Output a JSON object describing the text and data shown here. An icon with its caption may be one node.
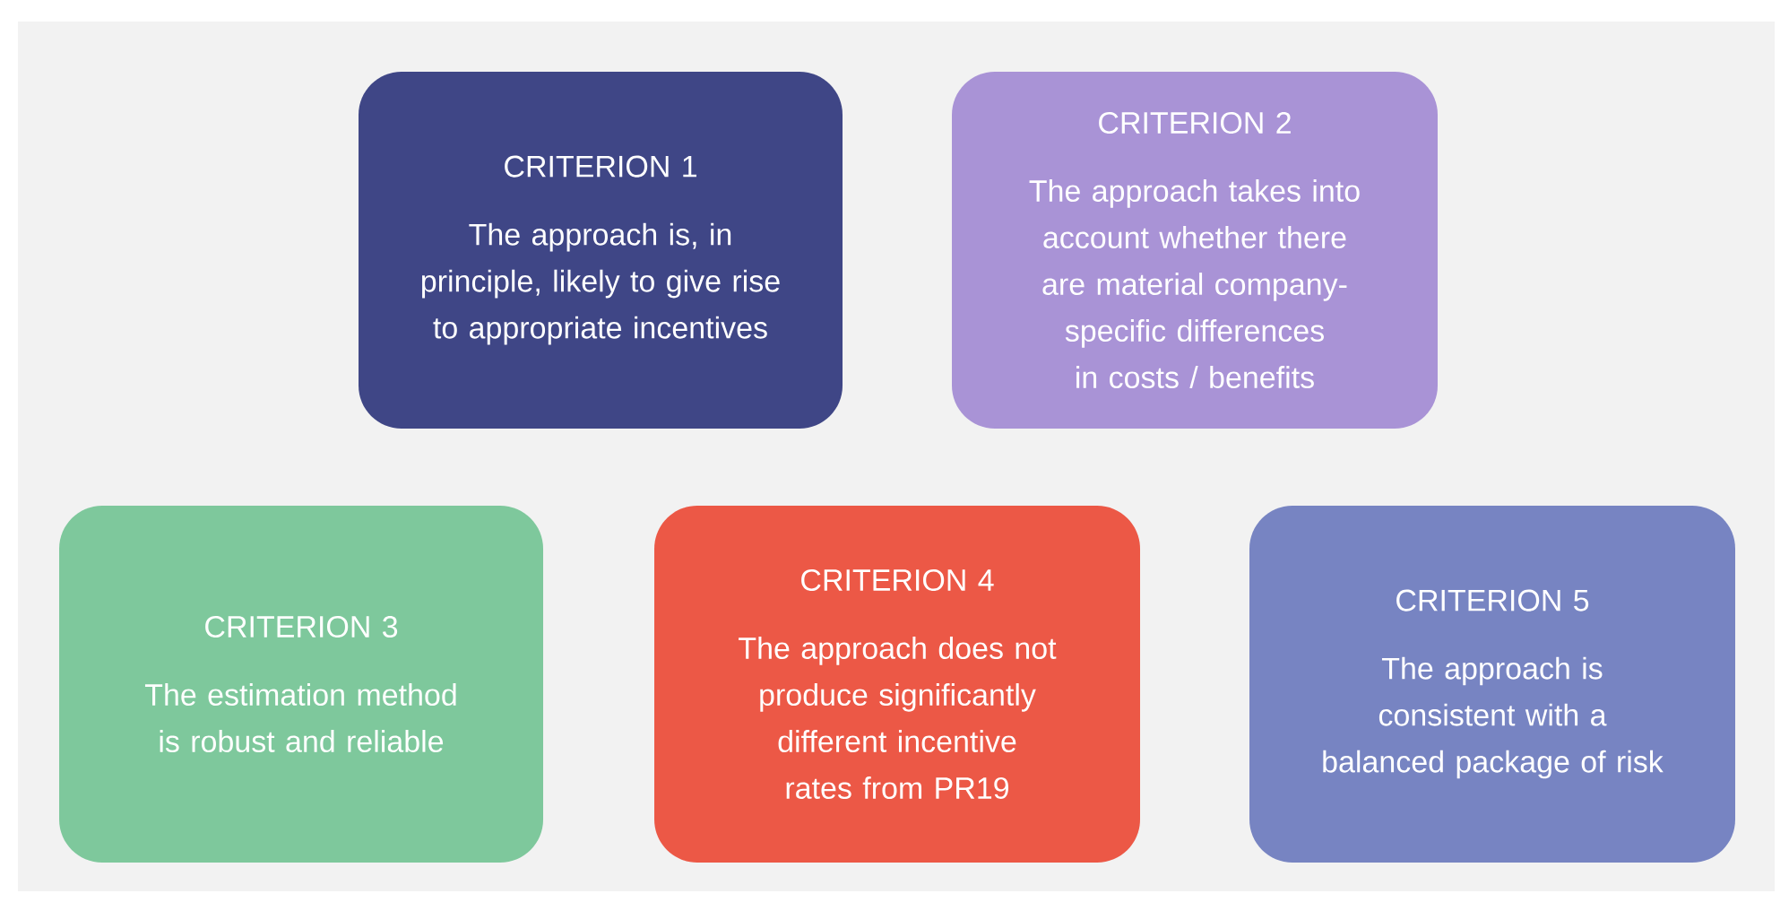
{
  "diagram": {
    "nodes": [
      {
        "text": [
          "CRITERION 1",
          "The approach is, in principle, likely to give rise to appropriate incentives"
        ]
      },
      {
        "text": [
          "CRITERION 2",
          "The approach takes into account whether there are material company-specific differences in costs / benefits"
        ]
      },
      {
        "text": [
          "CRITERION 3",
          "The estimation method is robust and reliable"
        ]
      },
      {
        "text": [
          "CRITERION 4",
          "The approach does not produce significantly different incentive rates from PR19"
        ]
      },
      {
        "text": [
          "CRITERION 5",
          "The approach is consistent with a balanced package of risk"
        ]
      }
    ]
  }
}
